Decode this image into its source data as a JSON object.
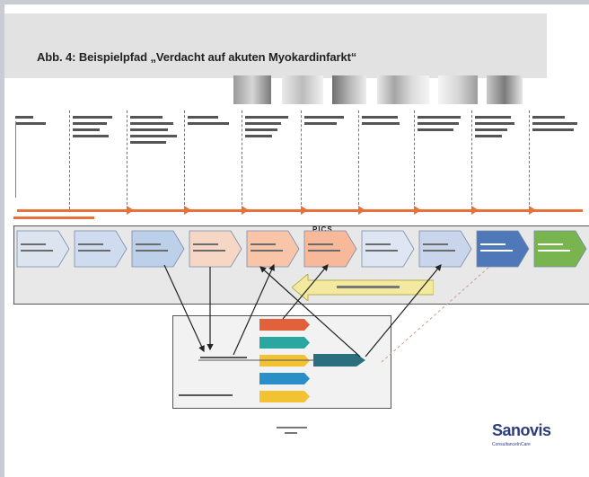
{
  "title": "Abb. 4: Beispielpfad „Verdacht auf akuten Myokardinfarkt“",
  "header_photos": [
    "photo-1",
    "photo-2",
    "photo-3",
    "photo-4",
    "photo-5",
    "photo-6"
  ],
  "steps": [
    {
      "text": ""
    },
    {
      "text": ""
    },
    {
      "text": ""
    },
    {
      "text": ""
    },
    {
      "text": ""
    },
    {
      "text": ""
    },
    {
      "text": ""
    },
    {
      "text": ""
    },
    {
      "text": ""
    },
    {
      "text": ""
    }
  ],
  "timeline_label": "",
  "axis_label": "",
  "pics_label": "PICS",
  "chevrons": [
    {
      "text": "",
      "color": "#dce4f0"
    },
    {
      "text": "",
      "color": "#cfdcef"
    },
    {
      "text": "",
      "color": "#bdd0ea"
    },
    {
      "text": "",
      "color": "#f6d6c4"
    },
    {
      "text": "",
      "color": "#f9c5a8"
    },
    {
      "text": "",
      "color": "#f7b99a"
    },
    {
      "text": "",
      "color": "#dfe6f3"
    },
    {
      "text": "",
      "color": "#c8d5ea"
    },
    {
      "text": "",
      "color": "#4f78b8"
    },
    {
      "text": "",
      "color": "#79b54f"
    }
  ],
  "back_arrow_color": "#f3ea9f",
  "detail_bars": [
    {
      "color": "#e0613a"
    },
    {
      "color": "#2aa7a0"
    },
    {
      "color": "#f2c232"
    },
    {
      "color": "#2a8fc6"
    },
    {
      "color": "#f2c232"
    }
  ],
  "footer_text": "",
  "logo": "Sanovis",
  "logo_sub": "ConsultanceInCare"
}
